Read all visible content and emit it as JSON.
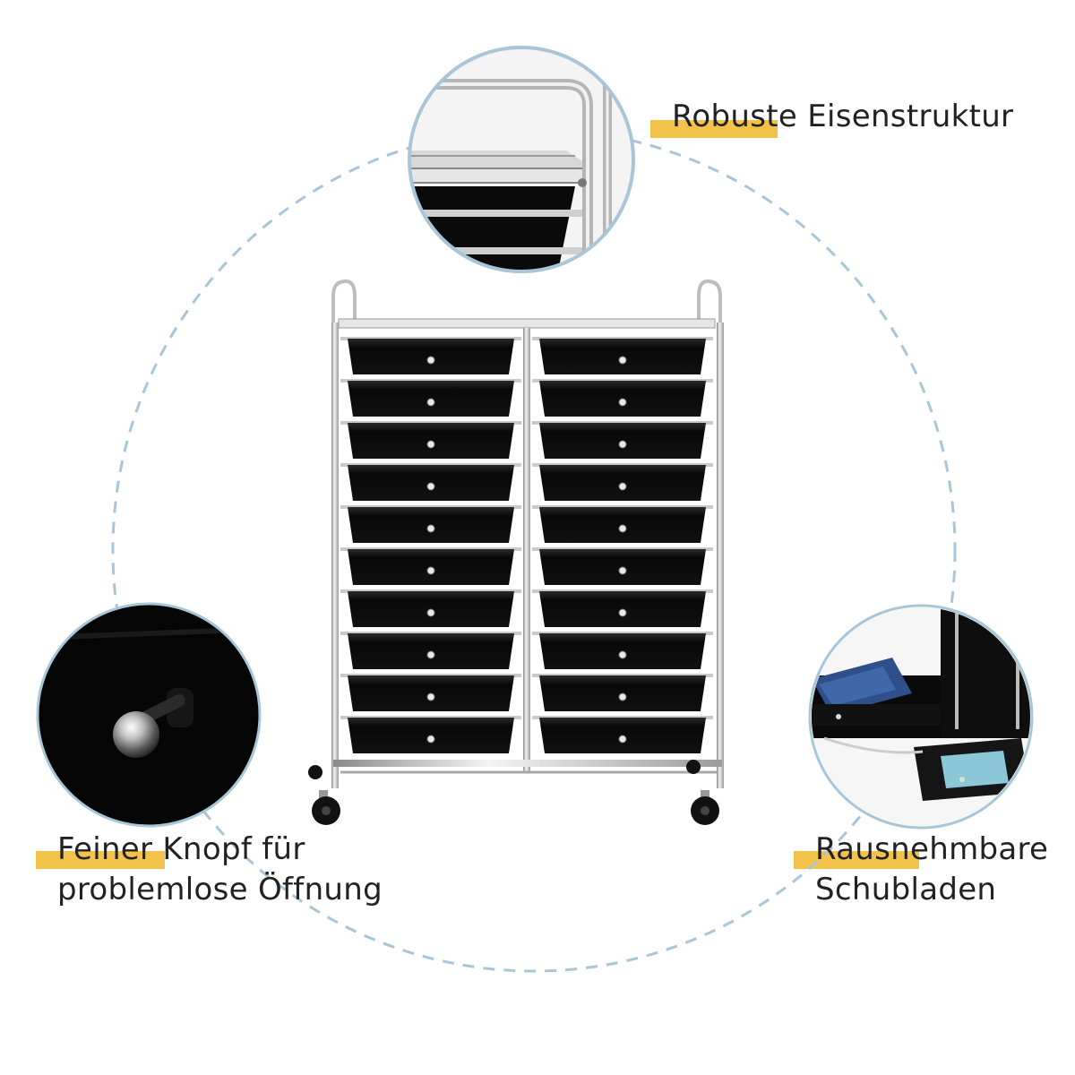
{
  "colors": {
    "dashed_ring": "#a9c6d8",
    "highlight": "#f2c24b",
    "drawer": "#0b0b0b",
    "chrome": "#c9c9c9",
    "text": "#222222"
  },
  "callouts": {
    "frame": {
      "line1": "Robuste Eisenstruktur"
    },
    "knob": {
      "line1": "Feiner Knopf für",
      "line2": "problemlose Öffnung"
    },
    "drawers": {
      "line1": "Rausnehmbare",
      "line2": "Schubladen"
    }
  },
  "product": {
    "columns": 2,
    "drawers_per_column": 10,
    "wheels": 4
  }
}
